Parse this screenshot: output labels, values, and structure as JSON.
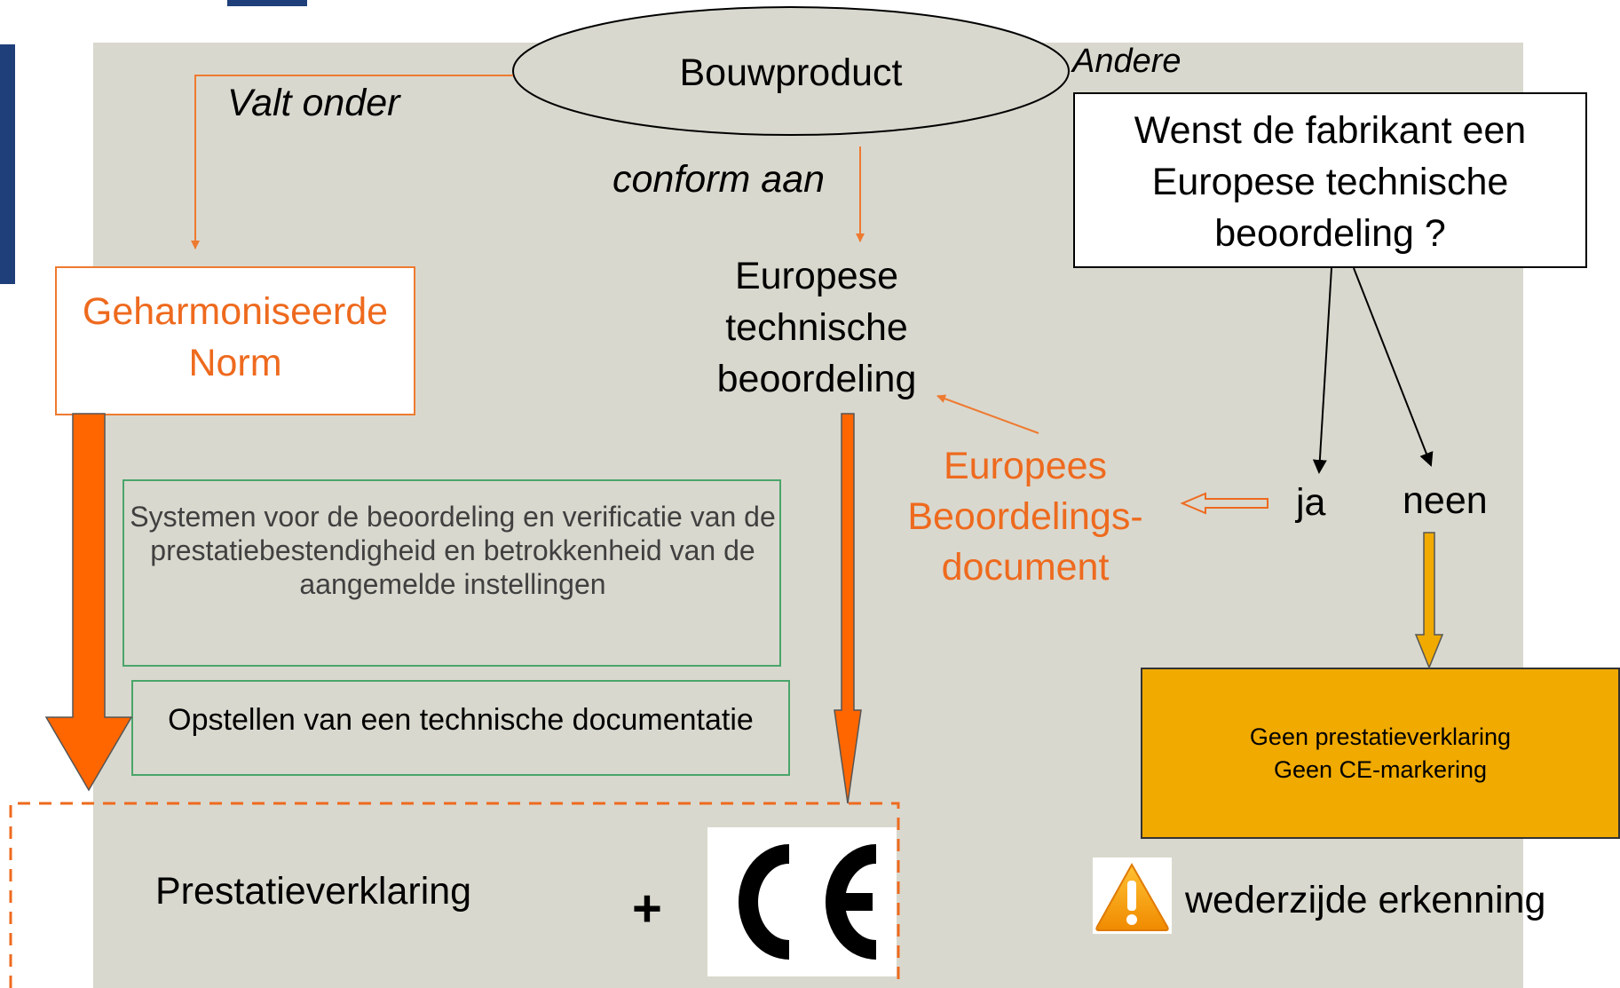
{
  "diagram": {
    "root": "Bouwproduct",
    "edge_labels": {
      "valt_onder": "Valt onder",
      "conform_aan": "conform aan",
      "andere": "Andere"
    },
    "nodes": {
      "norm": "Geharmoniseerde Norm",
      "eta": "Europese technische beoordeling",
      "question": "Wenst de fabrikant een Europese technische beoordeling ?",
      "ead": "Europees Beoordelings-document",
      "ja": "ja",
      "neen": "neen",
      "systemen": "Systemen voor de beoordeling en verificatie van de prestatiebestendigheid en betrokkenheid van de aangemelde instellingen",
      "opstellen": "Opstellen van een technische documentatie",
      "result_line1": "Geen prestatieverklaring",
      "result_line2": "Geen CE-markering",
      "prestatie": "Prestatieverklaring",
      "plus": "+",
      "wederzijde": "wederzijde erkenning"
    },
    "icons": [
      "ce-marking-icon",
      "warning-icon"
    ],
    "colors": {
      "background": "#d9d8ce",
      "accent_orange": "#ee6a1e",
      "result_fill": "#f0aa00",
      "frame_green": "#4aa56a",
      "brand_blue": "#1f3f7a"
    }
  }
}
